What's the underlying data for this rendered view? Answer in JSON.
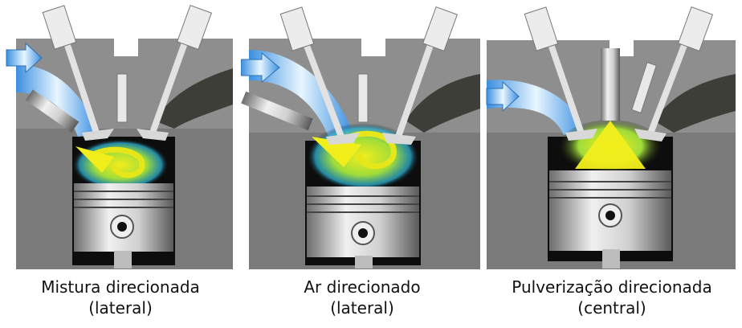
{
  "colors": {
    "head": "#8e8e8e",
    "head_dark": "#6b6b6b",
    "block": "#7a7a7a",
    "chamber": "#0d0d0d",
    "port_dark": "#3e3e38",
    "air_blue": "#3a8fe0",
    "fuel_yellow": "#f2ee1c",
    "mix_green": "#9fdc3a",
    "steel": "#c9c9c9"
  },
  "panels": [
    {
      "id": "mixture",
      "caption_line1": "Mistura direcionada",
      "caption_line2": "(lateral)"
    },
    {
      "id": "air",
      "caption_line1": "Ar direcionado",
      "caption_line2": "(lateral)"
    },
    {
      "id": "spray",
      "caption_line1": "Pulverização direcionada",
      "caption_line2": "(central)"
    }
  ]
}
